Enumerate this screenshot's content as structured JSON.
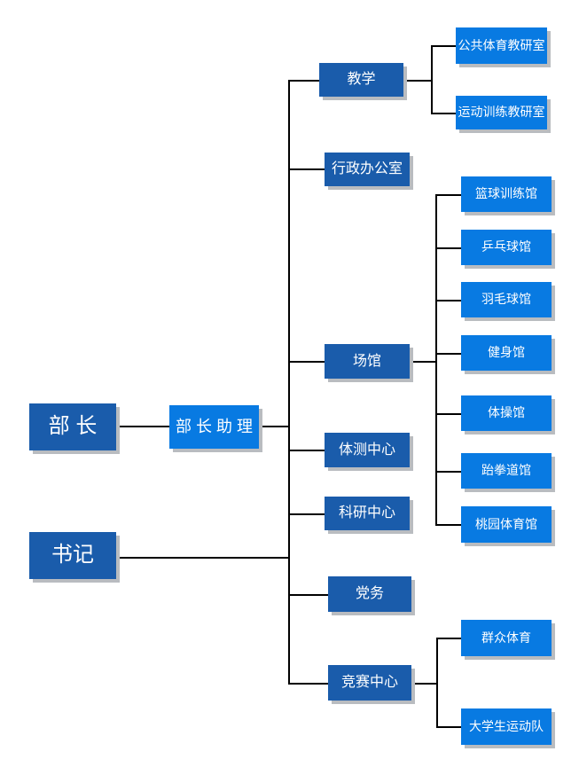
{
  "diagram_type": "org-chart",
  "colors": {
    "level_dark_blue": "#1a5cab",
    "level_light_blue": "#087ae2",
    "connector_line": "#000000",
    "box_shadow_gray": "#b9bcc0",
    "text_color": "#ffffff",
    "background": "#ffffff"
  },
  "nodes": {
    "minister": {
      "label": "部 长"
    },
    "secretary": {
      "label": "书记"
    },
    "assistant": {
      "label": "部 长 助 理"
    },
    "teaching": {
      "label": "教学"
    },
    "admin_office": {
      "label": "行政办公室"
    },
    "venues": {
      "label": "场馆"
    },
    "fitness_test_center": {
      "label": "体测中心"
    },
    "research_center": {
      "label": "科研中心"
    },
    "party_affairs": {
      "label": "党务"
    },
    "competition_center": {
      "label": "竞赛中心"
    },
    "public_pe_teaching_office": {
      "label": "公共体育教研室"
    },
    "sports_training_teaching_office": {
      "label": "运动训练教研室"
    },
    "basketball_training_gym": {
      "label": "篮球训练馆"
    },
    "table_tennis_gym": {
      "label": "乒乓球馆"
    },
    "badminton_gym": {
      "label": "羽毛球馆"
    },
    "fitness_gym": {
      "label": "健身馆"
    },
    "gymnastics_gym": {
      "label": "体操馆"
    },
    "taekwondo_gym": {
      "label": "跆拳道馆"
    },
    "taoyuan_gymnasium": {
      "label": "桃园体育馆"
    },
    "mass_sports": {
      "label": "群众体育"
    },
    "university_sports_teams": {
      "label": "大学生运动队"
    }
  },
  "structure": {
    "left_column": [
      "minister",
      "secretary"
    ],
    "middle_column": [
      "assistant"
    ],
    "spine_branches": [
      "teaching",
      "admin_office",
      "venues",
      "fitness_test_center",
      "research_center",
      "party_affairs",
      "competition_center"
    ],
    "teaching_children": [
      "public_pe_teaching_office",
      "sports_training_teaching_office"
    ],
    "venues_children": [
      "basketball_training_gym",
      "table_tennis_gym",
      "badminton_gym",
      "fitness_gym",
      "gymnastics_gym",
      "taekwondo_gym",
      "taoyuan_gymnasium"
    ],
    "competition_center_children": [
      "mass_sports",
      "university_sports_teams"
    ]
  }
}
